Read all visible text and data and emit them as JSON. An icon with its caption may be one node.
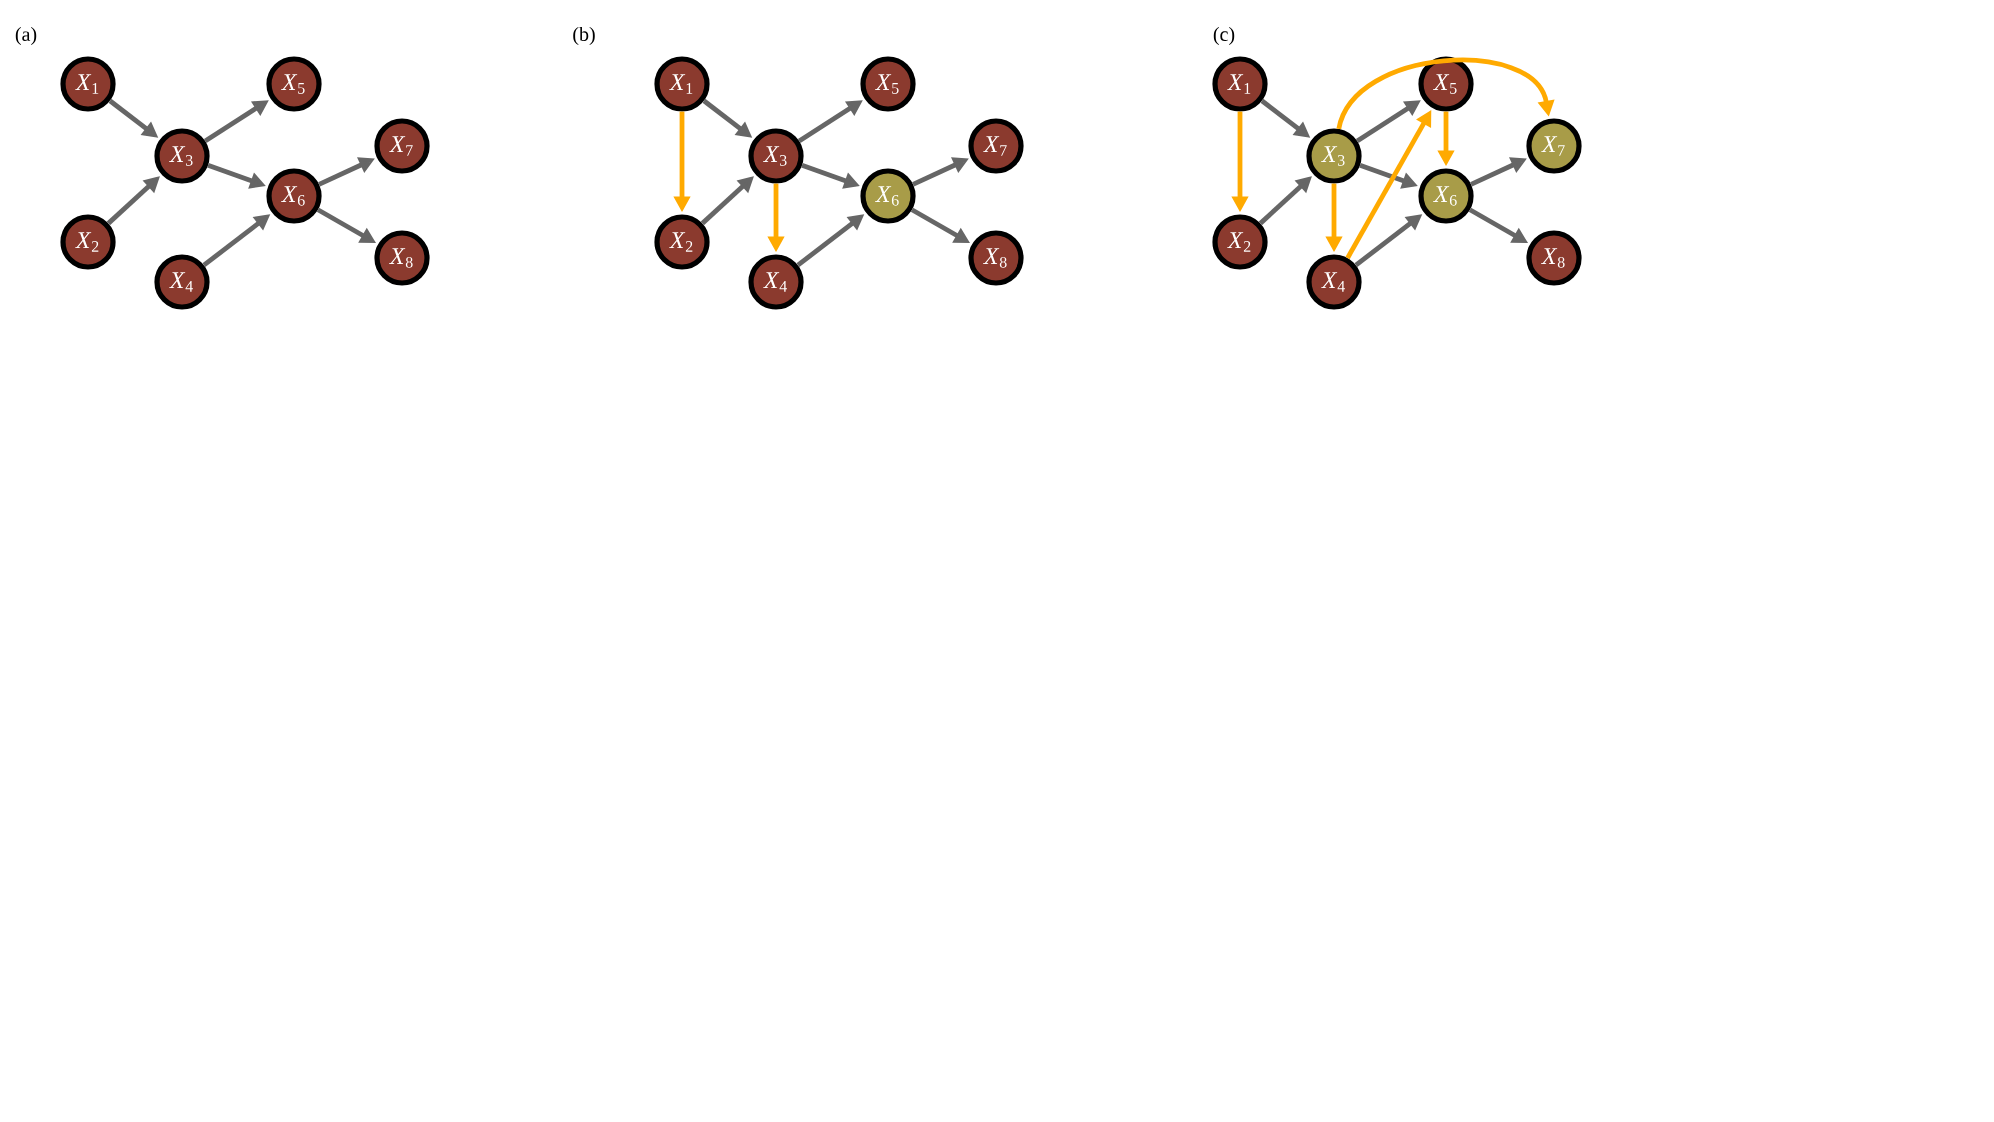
{
  "diagram": {
    "nodes": [
      {
        "text": [
          "*X*$_{1}$"
        ]
      },
      {
        "text": [
          "*X*$_{2}$"
        ]
      },
      {
        "text": [
          "*X*$_{3}$"
        ]
      },
      {
        "text": [
          "*X*$_{4}$"
        ]
      },
      {
        "text": [
          "*X*$_{5}$"
        ]
      },
      {
        "text": [
          "*X*$_{6}$"
        ]
      },
      {
        "text": [
          "*X*$_{7}$"
        ]
      },
      {
        "text": [
          "*X*$_{8}$"
        ]
      },
      {
        "text": [
          "*X*$_{1}$"
        ]
      },
      {
        "text": [
          "*X*$_{2}$"
        ]
      },
      {
        "text": [
          "*X*$_{3}$"
        ]
      },
      {
        "text": [
          "*X*$_{4}$"
        ]
      },
      {
        "text": [
          "*X*$_{5}$"
        ]
      },
      {
        "text": [
          "*X*$_{6}$"
        ]
      },
      {
        "text": [
          "*X*$_{7}$"
        ]
      },
      {
        "text": [
          "*X*$_{8}$"
        ]
      },
      {
        "text": [
          "*X*$_{1}$"
        ]
      },
      {
        "text": [
          "*X*$_{2}$"
        ]
      },
      {
        "text": [
          "*X*$_{3}$"
        ]
      },
      {
        "text": [
          "*X*$_{4}$"
        ]
      },
      {
        "text": [
          "*X*$_{5}$"
        ]
      },
      {
        "text": [
          "*X*$_{6}$"
        ]
      },
      {
        "text": [
          "*X*$_{7}$"
        ]
      },
      {
        "text": [
          "*X*$_{8}$"
        ]
      }
    ],
    "edges": [
      {
        "from": 0,
        "to": 2,
        "arrow": "to"
      },
      {
        "from": 1,
        "to": 2,
        "arrow": "to"
      },
      {
        "from": 2,
        "to": 4,
        "arrow": "to"
      },
      {
        "from": 2,
        "to": 5,
        "arrow": "to"
      },
      {
        "from": 3,
        "to": 5,
        "arrow": "to"
      },
      {
        "from": 5,
        "to": 6,
        "arrow": "to"
      },
      {
        "from": 5,
        "to": 7,
        "arrow": "to"
      },
      {
        "from": 8,
        "to": 10,
        "arrow": "to"
      },
      {
        "from": 9,
        "to": 10,
        "arrow": "to"
      },
      {
        "from": 10,
        "to": 12,
        "arrow": "to"
      },
      {
        "from": 10,
        "to": 13,
        "arrow": "to"
      },
      {
        "from": 11,
        "to": 13,
        "arrow": "to"
      },
      {
        "from": 13,
        "to": 14,
        "arrow": "to"
      },
      {
        "from": 13,
        "to": 15,
        "arrow": "to"
      },
      {
        "from": 8,
        "to": 9,
        "arrow": "to",
        "color": "#ffaa00"
      },
      {
        "from": 10,
        "to": 11,
        "arrow": "to",
        "color": "#ffaa00"
      },
      {
        "from": 16,
        "to": 18,
        "arrow": "to"
      },
      {
        "from": 17,
        "to": 18,
        "arrow": "to"
      },
      {
        "from": 18,
        "to": 20,
        "arrow": "to"
      },
      {
        "from": 18,
        "to": 21,
        "arrow": "to"
      },
      {
        "from": 19,
        "to": 21,
        "arrow": "to"
      },
      {
        "from": 21,
        "to": 22,
        "arrow": "to"
      },
      {
        "from": 21,
        "to": 23,
        "arrow": "to"
      },
      {
        "from": 16,
        "to": 17,
        "arrow": "to",
        "color": "#ffaa00"
      },
      {
        "from": 18,
        "to": 19,
        "arrow": "to",
        "color": "#ffaa00"
      },
      {
        "from": 19,
        "to": 20,
        "arrow": "to",
        "color": "#ffaa00"
      },
      {
        "from": 20,
        "to": 21,
        "arrow": "to",
        "color": "#ffaa00"
      },
      {
        "from": 18,
        "to": 22,
        "arrow": "to",
        "color": "#ffaa00"
      }
    ],
    "labels": [
      "(a)",
      "(b)",
      "(c)"
    ]
  }
}
